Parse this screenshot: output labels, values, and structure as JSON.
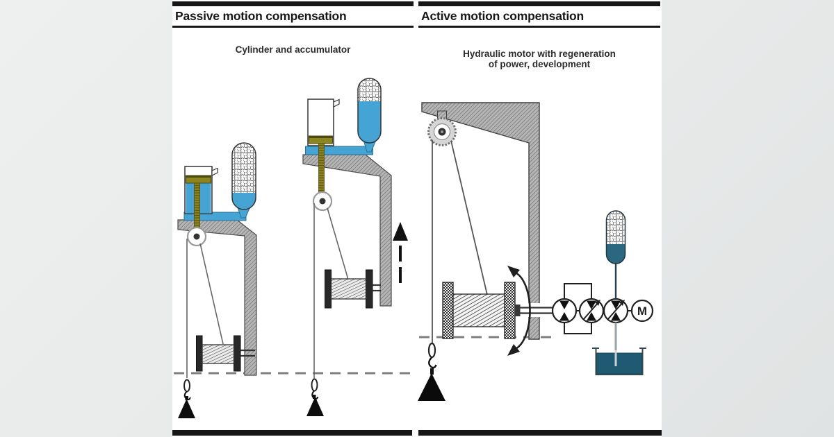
{
  "panel": {
    "passive": {
      "title": "Passive motion compensation",
      "subtitle": "Cylinder and accumulator"
    },
    "active": {
      "title": "Active motion compensation",
      "subtitle_line1": "Hydraulic motor with regeneration",
      "subtitle_line2": "of power, development"
    }
  },
  "diagram": {
    "electric_motor_label": "M",
    "colors": {
      "hydraulic_fluid_blue": "#45a4d4",
      "piston_rod_olive": "#8d8522",
      "structure_gray": "#b5b5b5",
      "accumulator_gas_white": "#fbfbfb",
      "active_accumulator_teal": "#2b6880",
      "tank_fluid_teal": "#1f5a73",
      "line_black": "#1c1c1c",
      "background_gray": "#e8eaea",
      "panel_white": "#ffffff"
    }
  }
}
